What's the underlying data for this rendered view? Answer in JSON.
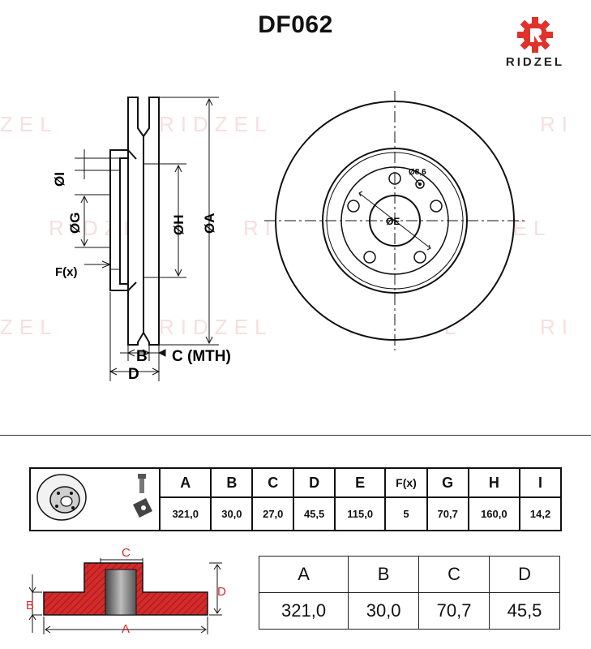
{
  "header": {
    "title": "DF062",
    "brand": "RIDZEL",
    "logo_color": "#e0322b"
  },
  "drawing_labels": {
    "i": "ØI",
    "g": "ØG",
    "f": "F(x)",
    "h": "ØH",
    "a": "ØA",
    "b": "B",
    "c": "C (MTH)",
    "d": "D",
    "e": "ØE",
    "hole": "Ø8,6"
  },
  "spec_table": {
    "headers": [
      "A",
      "B",
      "C",
      "D",
      "E",
      "F(x)",
      "G",
      "H",
      "I"
    ],
    "values": [
      "321,0",
      "30,0",
      "27,0",
      "45,5",
      "115,0",
      "5",
      "70,7",
      "160,0",
      "14,2"
    ]
  },
  "section_labels": {
    "a": "A",
    "b": "B",
    "c": "C",
    "d": "D",
    "color": "#d42a2a"
  },
  "dim_table": {
    "headers": [
      "A",
      "B",
      "C",
      "D"
    ],
    "values": [
      "321,0",
      "30,0",
      "70,7",
      "45,5"
    ]
  }
}
